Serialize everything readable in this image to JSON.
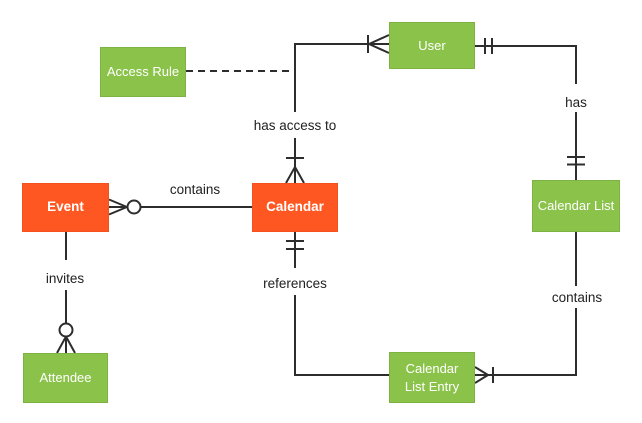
{
  "diagram": {
    "type": "entity-relationship",
    "background_color": "#ffffff",
    "colors": {
      "entity_green": "#8BC34A",
      "entity_orange": "#FF5722",
      "line": "#2d2d2d",
      "label_text": "#212121",
      "entity_text": "#ffffff"
    },
    "entities": [
      {
        "id": "access-rule",
        "label": "Access Rule",
        "color": "green"
      },
      {
        "id": "user",
        "label": "User",
        "color": "green"
      },
      {
        "id": "event",
        "label": "Event",
        "color": "orange"
      },
      {
        "id": "calendar",
        "label": "Calendar",
        "color": "orange"
      },
      {
        "id": "calendar-list",
        "label": "Calendar List",
        "color": "green"
      },
      {
        "id": "attendee",
        "label": "Attendee",
        "color": "green"
      },
      {
        "id": "calendar-list-entry",
        "label": "Calendar List Entry",
        "color": "green"
      }
    ],
    "relationships": [
      {
        "label": "contains",
        "from": "Event",
        "to": "Calendar",
        "from_cardinality": "zero-or-many",
        "to_cardinality": "plain"
      },
      {
        "label": "has access to",
        "from": "Calendar",
        "to": "User",
        "from_cardinality": "one-or-many",
        "to_cardinality": "one-or-many"
      },
      {
        "label": "has",
        "from": "User",
        "to": "Calendar List",
        "from_cardinality": "exactly-one",
        "to_cardinality": "exactly-one"
      },
      {
        "label": "invites",
        "from": "Event",
        "to": "Attendee",
        "from_cardinality": "plain",
        "to_cardinality": "zero-or-many"
      },
      {
        "label": "references",
        "from": "Calendar",
        "to": "Calendar List Entry",
        "from_cardinality": "exactly-one",
        "to_cardinality": "plain"
      },
      {
        "label": "contains",
        "from": "Calendar List",
        "to": "Calendar List Entry",
        "from_cardinality": "plain",
        "to_cardinality": "one-or-many"
      }
    ],
    "annotation_link": {
      "from": "Access Rule",
      "to": "has access to edge",
      "style": "dashed"
    }
  }
}
